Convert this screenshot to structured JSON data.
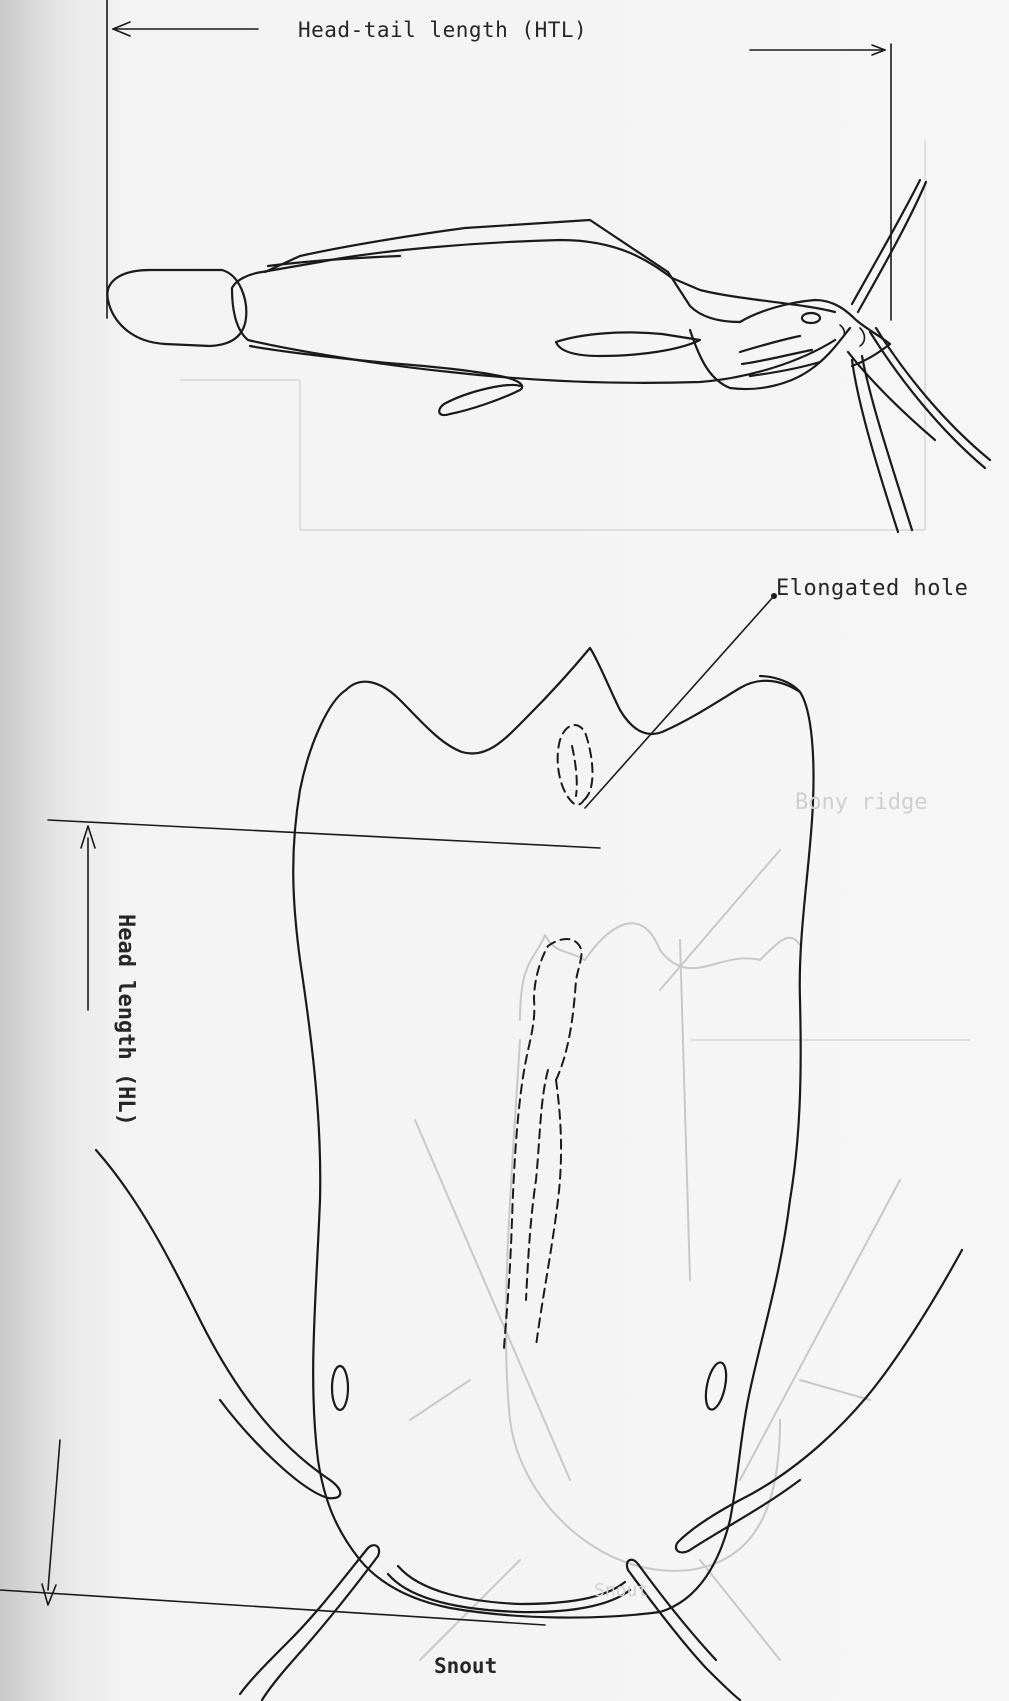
{
  "labels": {
    "head_tail_length": "Head-tail length (HTL)",
    "elongated_hole": "Elongated hole",
    "head_length": "Head length (HL)",
    "snout": "Snout"
  },
  "show_through": {
    "bony_ridge": "Bony ridge",
    "snout": "Snout"
  }
}
